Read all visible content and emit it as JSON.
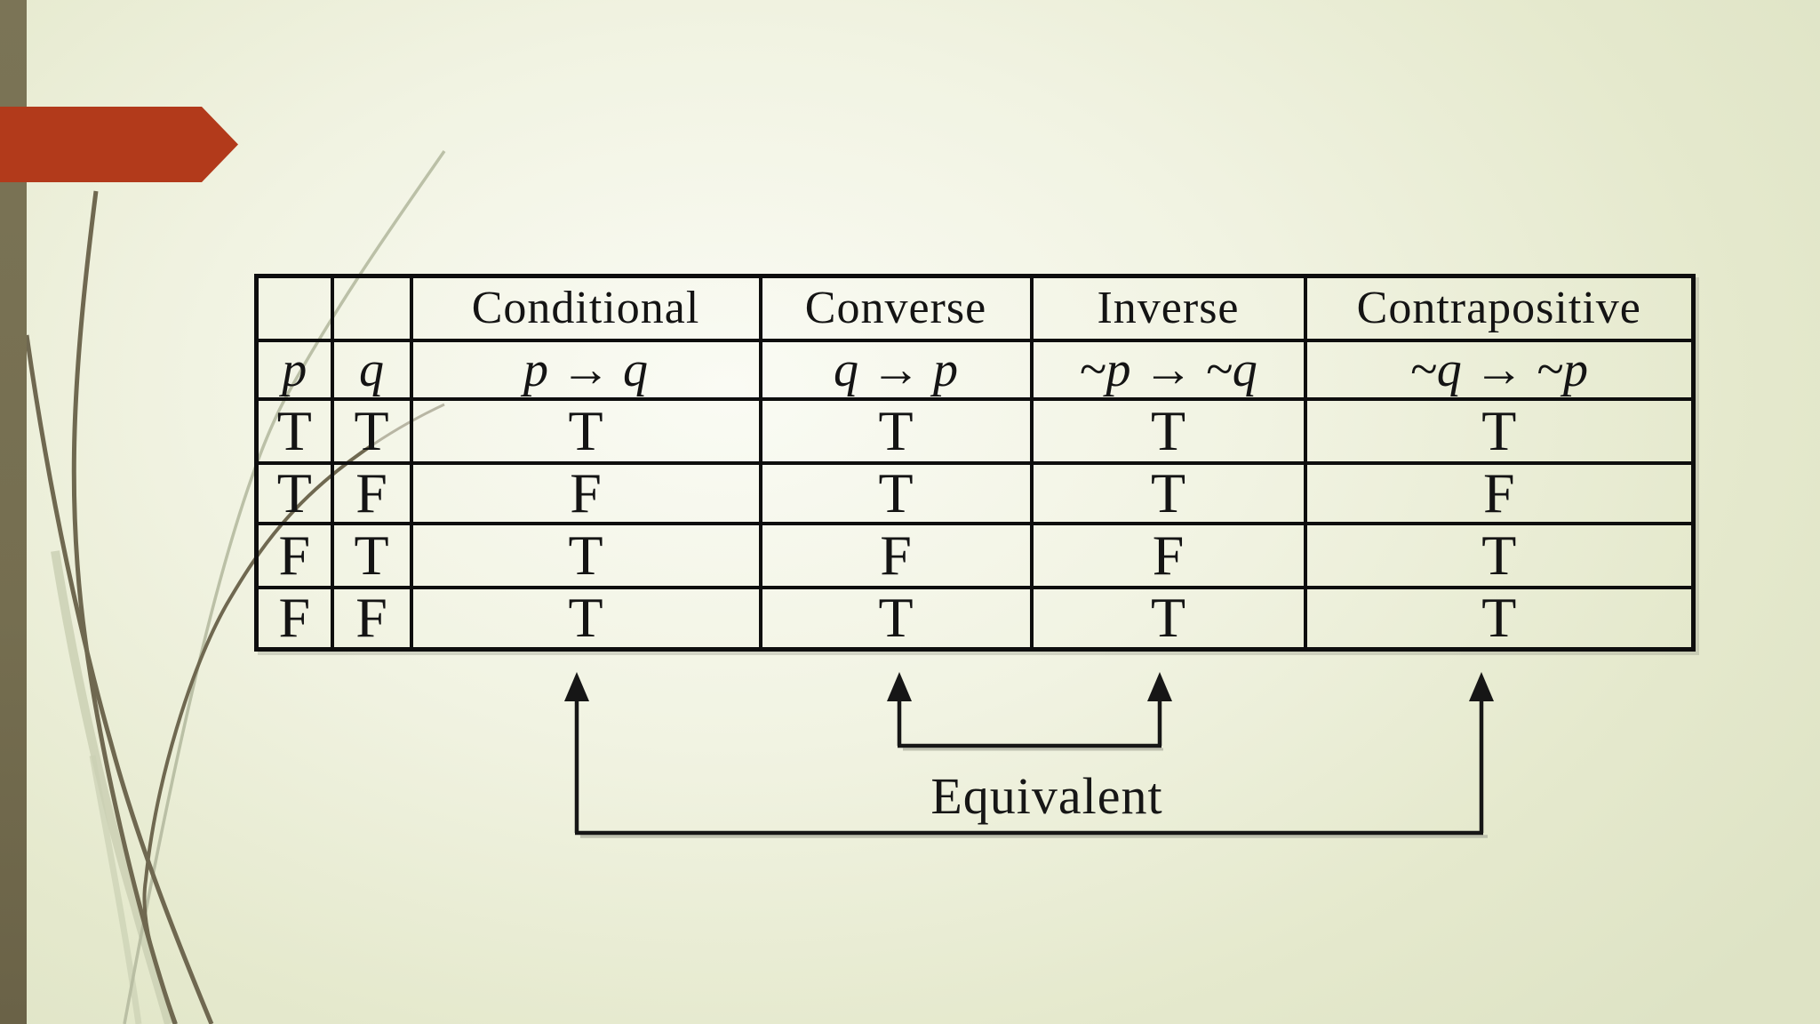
{
  "slide": {
    "kind": "presentation-slide",
    "title_visible": false
  },
  "table": {
    "column_group_headers": [
      "",
      "",
      "Conditional",
      "Converse",
      "Inverse",
      "Contrapositive"
    ],
    "formula_row": [
      "p",
      "q",
      "p → q",
      "q → p",
      "~p → ~q",
      "~q → ~p"
    ],
    "value_rows": [
      [
        "T",
        "T",
        "T",
        "T",
        "T",
        "T"
      ],
      [
        "T",
        "F",
        "F",
        "T",
        "T",
        "F"
      ],
      [
        "F",
        "T",
        "T",
        "F",
        "F",
        "T"
      ],
      [
        "F",
        "F",
        "T",
        "T",
        "T",
        "T"
      ]
    ]
  },
  "annotation": {
    "label": "Equivalent"
  },
  "chart_data": {
    "type": "table",
    "columns": [
      "p",
      "q",
      "Conditional p → q",
      "Converse q → p",
      "Inverse ~p → ~q",
      "Contrapositive ~q → ~p"
    ],
    "rows": [
      [
        "T",
        "T",
        "T",
        "T",
        "T",
        "T"
      ],
      [
        "T",
        "F",
        "F",
        "T",
        "T",
        "F"
      ],
      [
        "F",
        "T",
        "T",
        "F",
        "F",
        "T"
      ],
      [
        "F",
        "F",
        "T",
        "T",
        "T",
        "T"
      ]
    ],
    "annotations": [
      "Equivalent"
    ],
    "equivalent_pairs": [
      [
        "Conditional",
        "Contrapositive"
      ],
      [
        "Converse",
        "Inverse"
      ]
    ]
  },
  "colors": {
    "background_edge": "#dee3c5",
    "background_center": "#fafbf4",
    "left_bar": "#756e50",
    "accent_red": "#b23a1b",
    "stem_dark": "#6f6850",
    "stem_light": "#c6cbad",
    "table_line": "#0e0e0e",
    "arrow_line": "#161616"
  }
}
